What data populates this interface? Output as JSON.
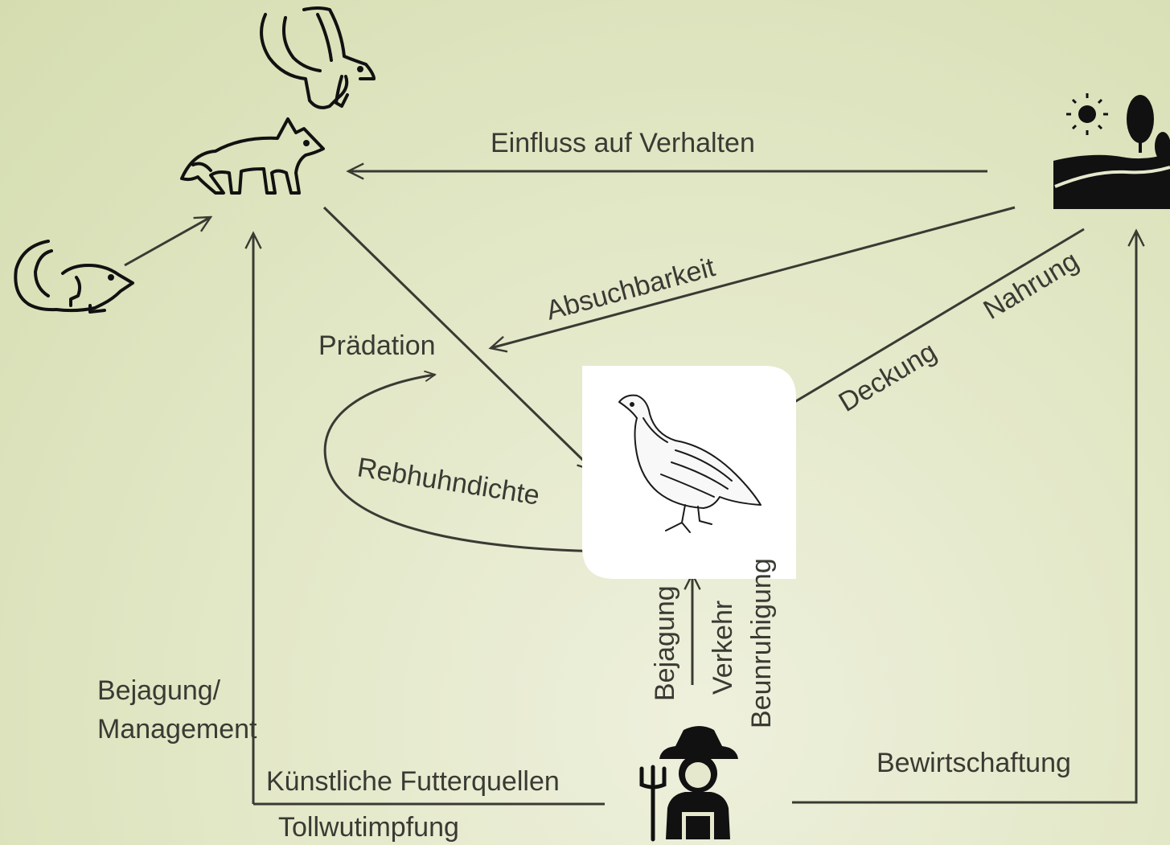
{
  "labels": {
    "einfluss": "Einfluss auf Verhalten",
    "absuchbarkeit": "Absuchbarkeit",
    "nahrung": "Nahrung",
    "deckung": "Deckung",
    "praedation": "Prädation",
    "rebhuhndichte": "Rebhuhndichte",
    "bejagung_management_1": "Bejagung/",
    "bejagung_management_2": "Management",
    "kuenstliche": "Künstliche Futterquellen",
    "tollwut": "Tollwutimpfung",
    "bewirtschaftung": "Bewirtschaftung",
    "bejagung": "Bejagung",
    "verkehr": "Verkehr",
    "beunruhigung": "Beunruhigung"
  },
  "icons": [
    "eagle-icon",
    "fox-icon",
    "mouse-icon",
    "landscape-icon",
    "partridge-icon",
    "farmer-icon"
  ]
}
